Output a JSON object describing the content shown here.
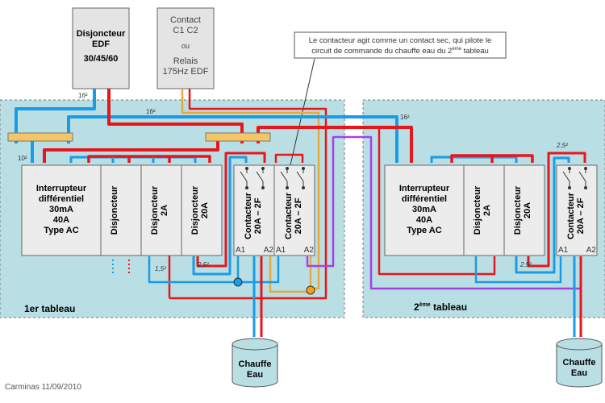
{
  "boxes": {
    "edf_breaker": {
      "line1": "Disjoncteur",
      "line2": "EDF",
      "line3": "30/45/60"
    },
    "contact": {
      "line1": "Contact",
      "line2": "C1 C2",
      "line3": "ou",
      "line4": "Relais",
      "line5": "175Hz EDF"
    }
  },
  "callout": {
    "line1": "Le contacteur agit comme un contact sec, qui pilote le",
    "line2_a": "circuit de commande du chauffe eau du 2",
    "line2_sup": "ème",
    "line2_b": " tableau"
  },
  "panel1": {
    "title": "1er tableau",
    "rcd": {
      "l1": "Interrupteur",
      "l2": "différentiel",
      "l3": "30mA",
      "l4": "40A",
      "l5": "Type AC"
    },
    "breaker_a": {
      "l1": "Disjoncteur"
    },
    "breaker_b": {
      "l1": "Disjoncteur",
      "l2": "2A"
    },
    "breaker_c": {
      "l1": "Disjoncteur",
      "l2": "20A"
    },
    "contactor_1": {
      "l1": "Contacteur",
      "l2": "20A – 2F",
      "a1": "A1",
      "a2": "A2"
    },
    "contactor_2": {
      "l1": "Contacteur",
      "l2": "20A – 2F",
      "a1": "A1",
      "a2": "A2"
    }
  },
  "panel2": {
    "title_a": "2",
    "title_sup": "ème",
    "title_b": " tableau",
    "rcd": {
      "l1": "Interrupteur",
      "l2": "différentiel",
      "l3": "30mA",
      "l4": "40A",
      "l5": "Type AC"
    },
    "breaker_b": {
      "l1": "Disjoncteur",
      "l2": "2A"
    },
    "breaker_c": {
      "l1": "Disjoncteur",
      "l2": "20A"
    },
    "contactor": {
      "l1": "Contacteur",
      "l2": "20A – 2F",
      "a1": "A1",
      "a2": "A2"
    }
  },
  "wire_labels": {
    "main_16": "16²",
    "feed_16": "16²",
    "panel2_16": "16²",
    "rcd_10": "10²",
    "b2a_15": "1,5²",
    "b20a_25": "2,5²",
    "p2_b20a_25": "2,5²",
    "p2_contactor_25": "2,5²"
  },
  "heaters": {
    "heater1": {
      "l1": "Chauffe",
      "l2": "Eau"
    },
    "heater2": {
      "l1": "Chauffe",
      "l2": "Eau"
    }
  },
  "footer": {
    "credit": "Carminas 11/09/2010"
  },
  "colors": {
    "panel_bg": "#b9dfe4",
    "neutral_blue": "#1a9be8",
    "phase_red": "#e8161b",
    "control_orange": "#e9a83a",
    "control_purple": "#a83ee8",
    "bus_bar": "#f6c566",
    "module_bg": "#ececec"
  }
}
